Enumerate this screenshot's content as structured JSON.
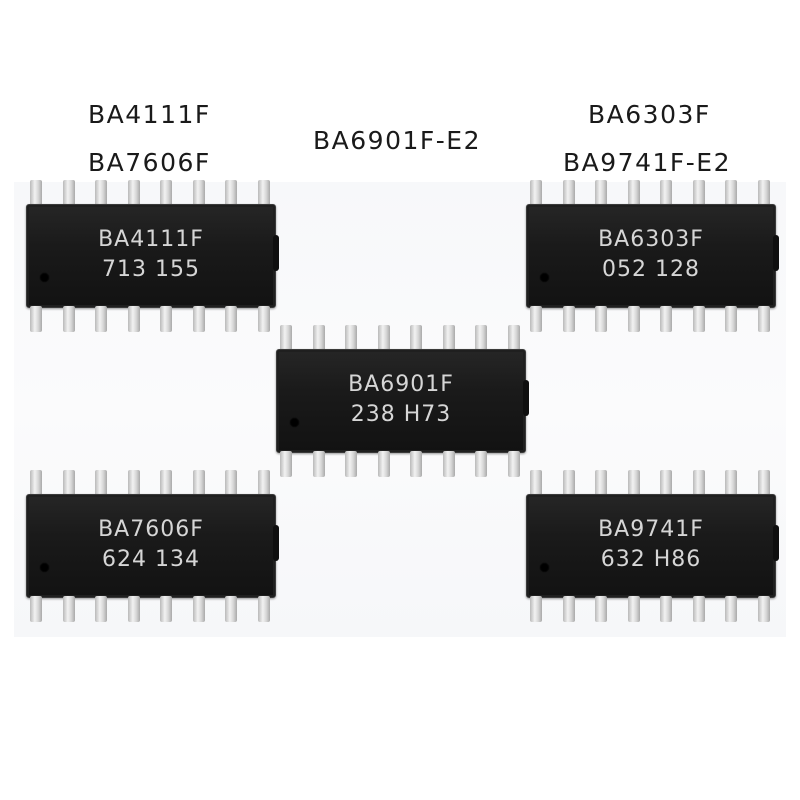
{
  "captions": {
    "top_left_1": "BA4111F",
    "top_left_2": "BA7606F",
    "center": "BA6901F-E2",
    "top_right_1": "BA6303F",
    "top_right_2": "BA9741F-E2"
  },
  "chips": [
    {
      "line1": "BA4111F",
      "line2": "713  155"
    },
    {
      "line1": "BA6303F",
      "line2": "052  128"
    },
    {
      "line1": "BA6901F",
      "line2": "238  H73"
    },
    {
      "line1": "BA7606F",
      "line2": "624  134"
    },
    {
      "line1": "BA9741F",
      "line2": "632  H86"
    }
  ],
  "colors": {
    "chip_body": "#1a1a1a",
    "pin_metal": "#d6d6d6",
    "marking_text": "#d6d6d6"
  }
}
